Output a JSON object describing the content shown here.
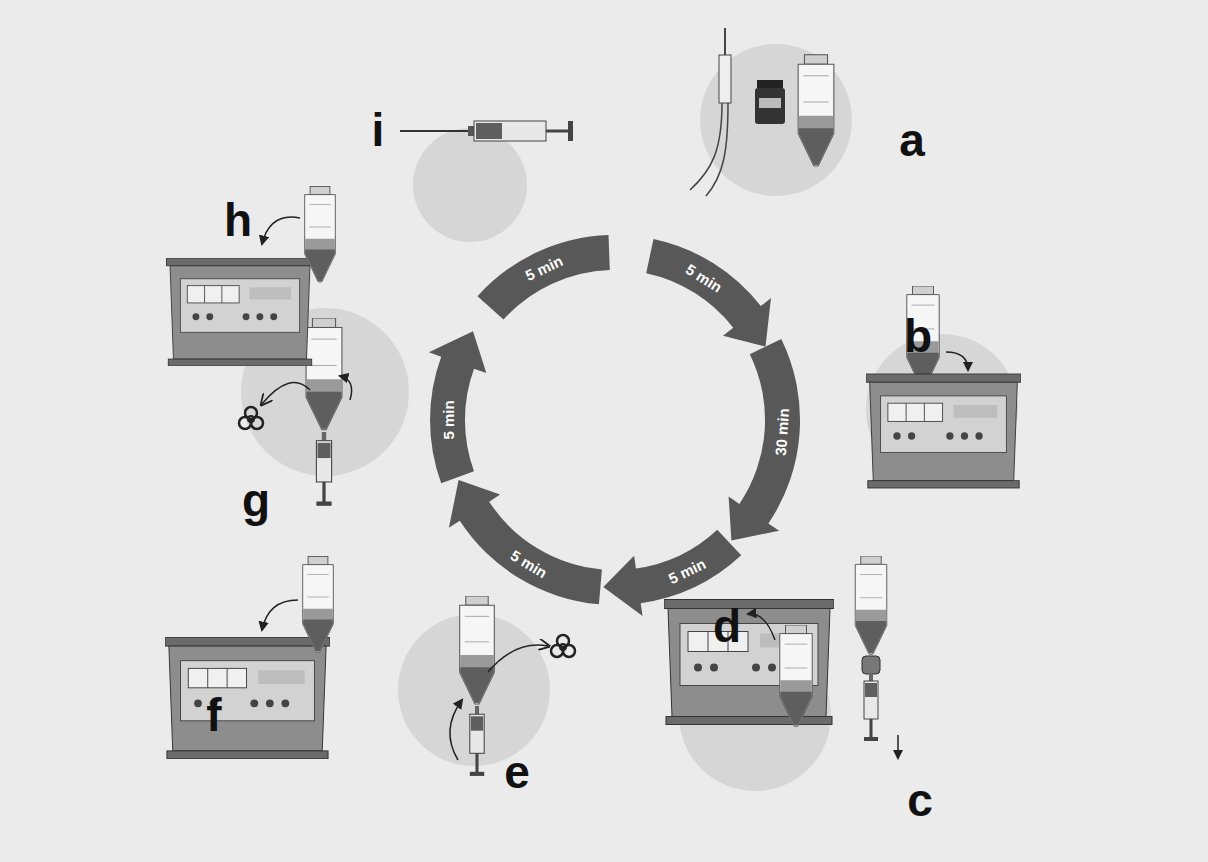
{
  "diagram": {
    "labels": [
      "a",
      "b",
      "c",
      "d",
      "e",
      "f",
      "g",
      "h",
      "i",
      "5 min",
      "30 min",
      "5 min",
      "5 min",
      "5 min",
      "5 min"
    ]
  }
}
